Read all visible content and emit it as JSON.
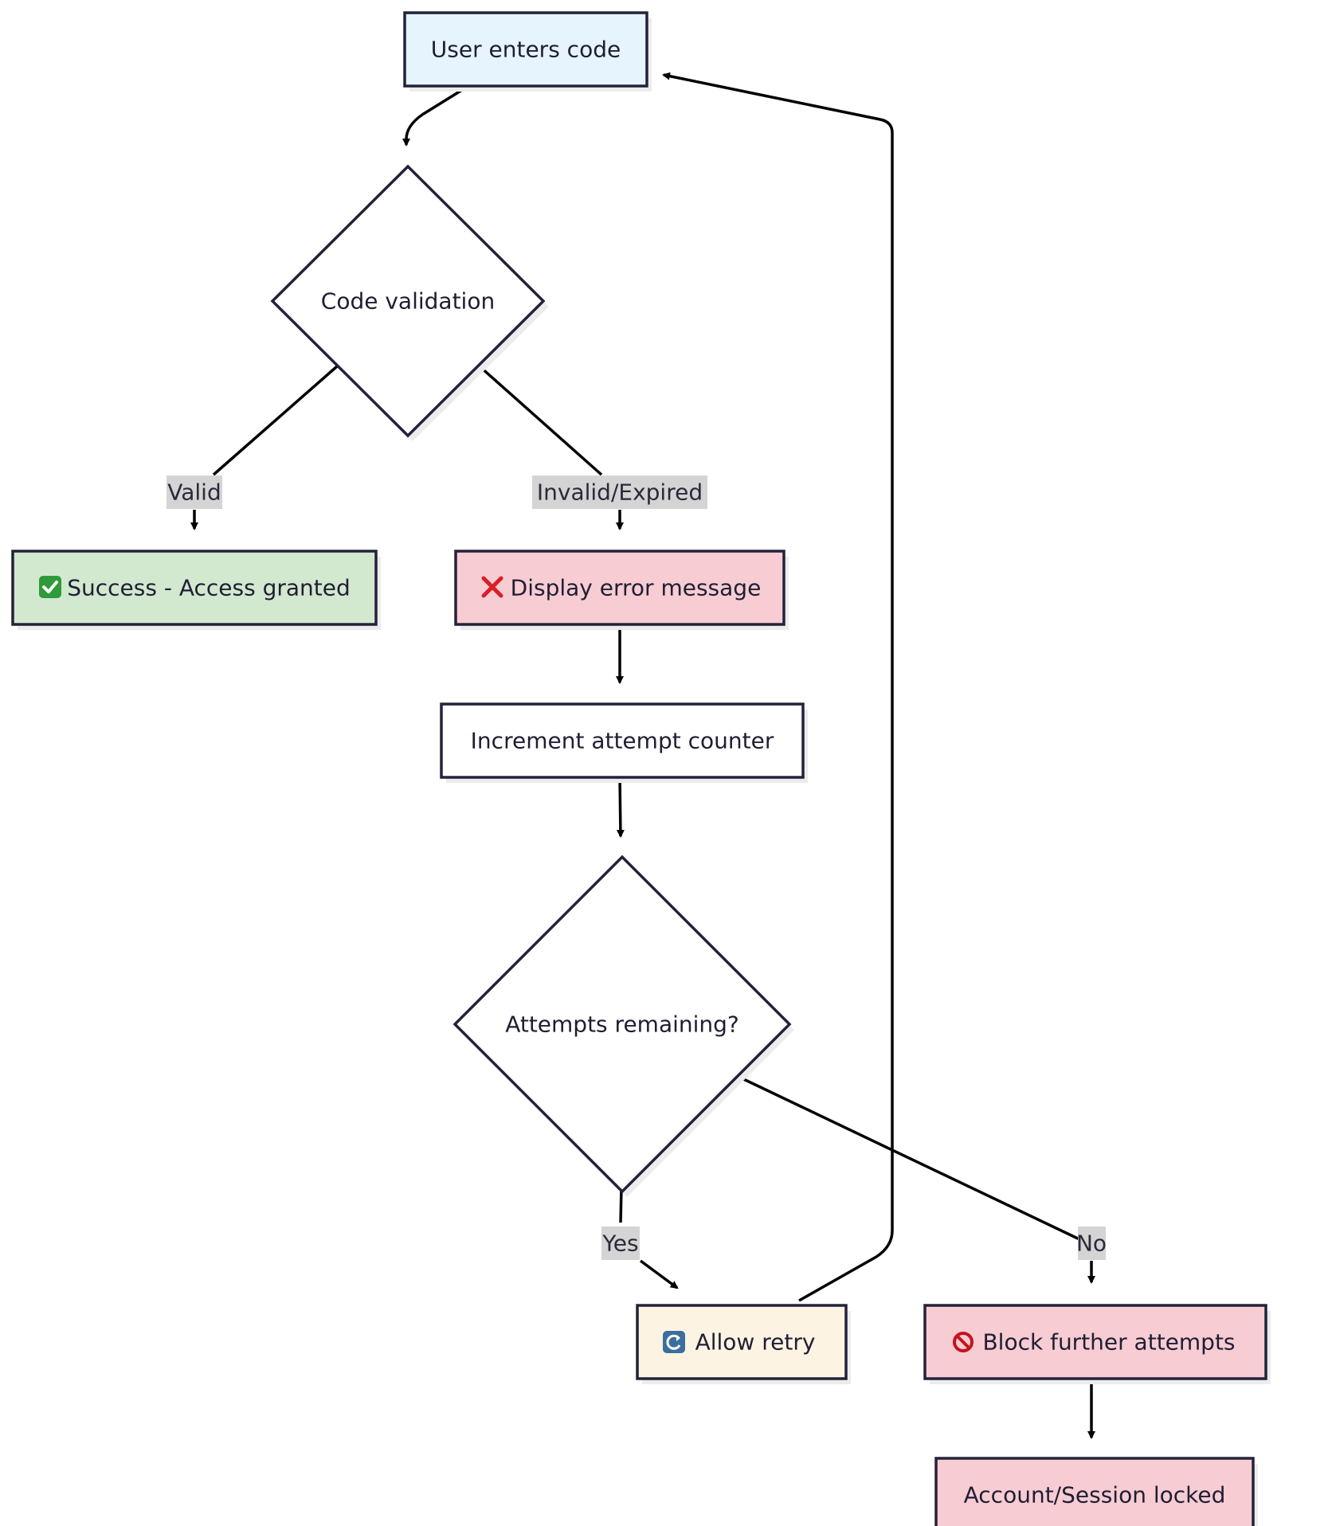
{
  "nodes": {
    "user_enters_code": {
      "label": "User enters code",
      "fill": "#e6f4fd"
    },
    "code_validation": {
      "label": "Code validation",
      "fill": "#ffffff"
    },
    "success": {
      "label": "Success - Access granted",
      "icon": "check-mark-icon",
      "fill": "#d2e8cf"
    },
    "display_error": {
      "label": "Display error message",
      "icon": "cross-mark-icon",
      "fill": "#f7ccd3"
    },
    "increment_counter": {
      "label": "Increment attempt counter",
      "fill": "#ffffff"
    },
    "attempts_remaining": {
      "label": "Attempts remaining?",
      "fill": "#ffffff"
    },
    "allow_retry": {
      "label": "Allow retry",
      "icon": "refresh-icon",
      "fill": "#fcf3e3"
    },
    "block_attempts": {
      "label": "Block further attempts",
      "icon": "prohibited-icon",
      "fill": "#f7ccd3"
    },
    "account_locked": {
      "label": "Account/Session locked",
      "fill": "#f7ccd3"
    }
  },
  "edges": {
    "valid": {
      "label": "Valid"
    },
    "invalid_expired": {
      "label": "Invalid/Expired"
    },
    "yes": {
      "label": "Yes"
    },
    "no": {
      "label": "No"
    }
  },
  "colors": {
    "stroke": "#23223a",
    "arrow": "#000000",
    "edge_label_bg": "#d4d4d4",
    "check_icon": "#2e9a3a",
    "cross_icon": "#d81f26",
    "refresh_icon": "#3b6e9e",
    "prohibited_icon": "#c4141e"
  }
}
